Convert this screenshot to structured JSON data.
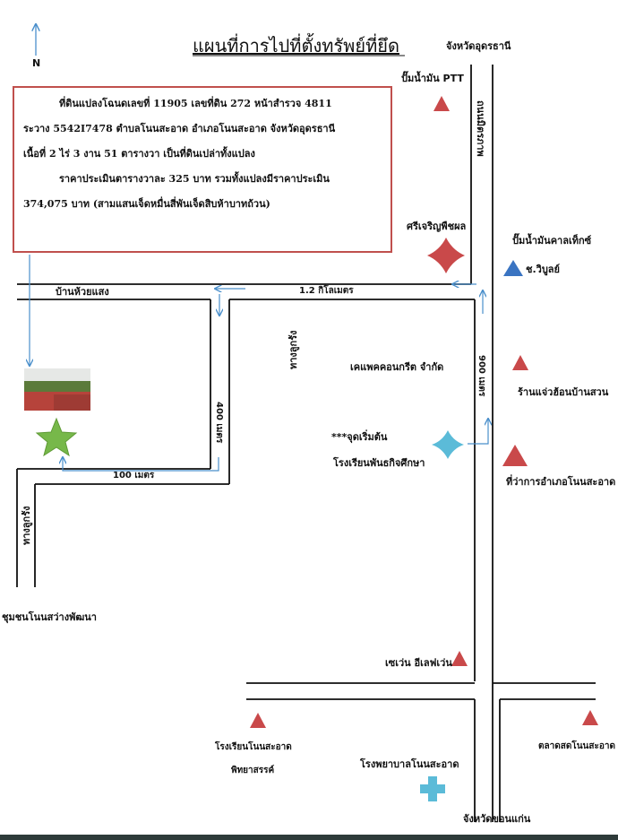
{
  "title": "แผนที่การไปที่ตั้งทรัพย์ที่ยึด",
  "north": "N",
  "info": {
    "line1": "ที่ดินแปลงโฉนดเลขที่ 11905 เลขที่ดิน 272 หน้าสำรวจ 4811",
    "line2": "ระวาง 5542I7478 ตำบลโนนสะอาด อำเภอโนนสะอาด จังหวัดอุดรธานี",
    "line3": "เนื้อที่ 2 ไร่ 3 งาน 51 ตารางวา เป็นที่ดินเปล่าทั้งแปลง",
    "line4": "ราคาประเมินตารางวาละ 325 บาท รวมทั้งแปลงมีราคาประเมิน",
    "line5": "374,075 บาท (สามแสนเจ็ดหมื่นสี่พันเจ็ดสิบห้าบาทถ้วน)"
  },
  "roads": {
    "north_dest": "จังหวัดอุดรธานี",
    "highway": "ถนนมิตรภาพ",
    "south_dest": "จังหวัดขอนแก่น",
    "village_road": "บ้านห้วยแสง",
    "dirt_road_1": "ทางลูกรัง",
    "dirt_road_2": "ทางลูกรัง"
  },
  "distances": {
    "d1": "1.2 กิโลเมตร",
    "d2": "900 เมตร",
    "d3": "400 เมตร",
    "d4": "100 เมตร"
  },
  "places": {
    "ptt": "ปั๊มน้ำมัน PTT",
    "sri": "ศรีเจริญพืชผล",
    "caltex_1": "ปั๊มน้ำมันคาลเท็กซ์",
    "caltex_2": "ช.วิบูลย์",
    "concrete": "เคแพคคอนกรีต จำกัด",
    "start_1": "***จุดเริ่มต้น",
    "start_2": "โรงเรียนพันธกิจศึกษา",
    "noodle": "ร้านแจ่วฮ้อนบ้านสวน",
    "district": "ที่ว่าการอำเภอโนนสะอาด",
    "community": "ชุมชนโนนสว่างพัฒนา",
    "seven": "เซเว่น อีเลฟเว่น",
    "school_1": "โรงเรียนโนนสะอาด",
    "school_2": "พิทยาสรรค์",
    "hospital": "โรงพยาบาลโนนสะอาด",
    "market": "ตลาดสดโนนสะอาด"
  },
  "colors": {
    "road": "#111111",
    "arrow": "#4a8fcb",
    "landmark": "#c9494a",
    "start": "#5bbbd8",
    "caltex": "#3a74c2",
    "target_star": "#77b84a",
    "box_border": "#c0504d"
  },
  "icons": {
    "landmark": "red-triangle-icon",
    "start": "blue-diamond-star-icon",
    "target": "green-star-icon",
    "hospital": "cross-icon"
  }
}
